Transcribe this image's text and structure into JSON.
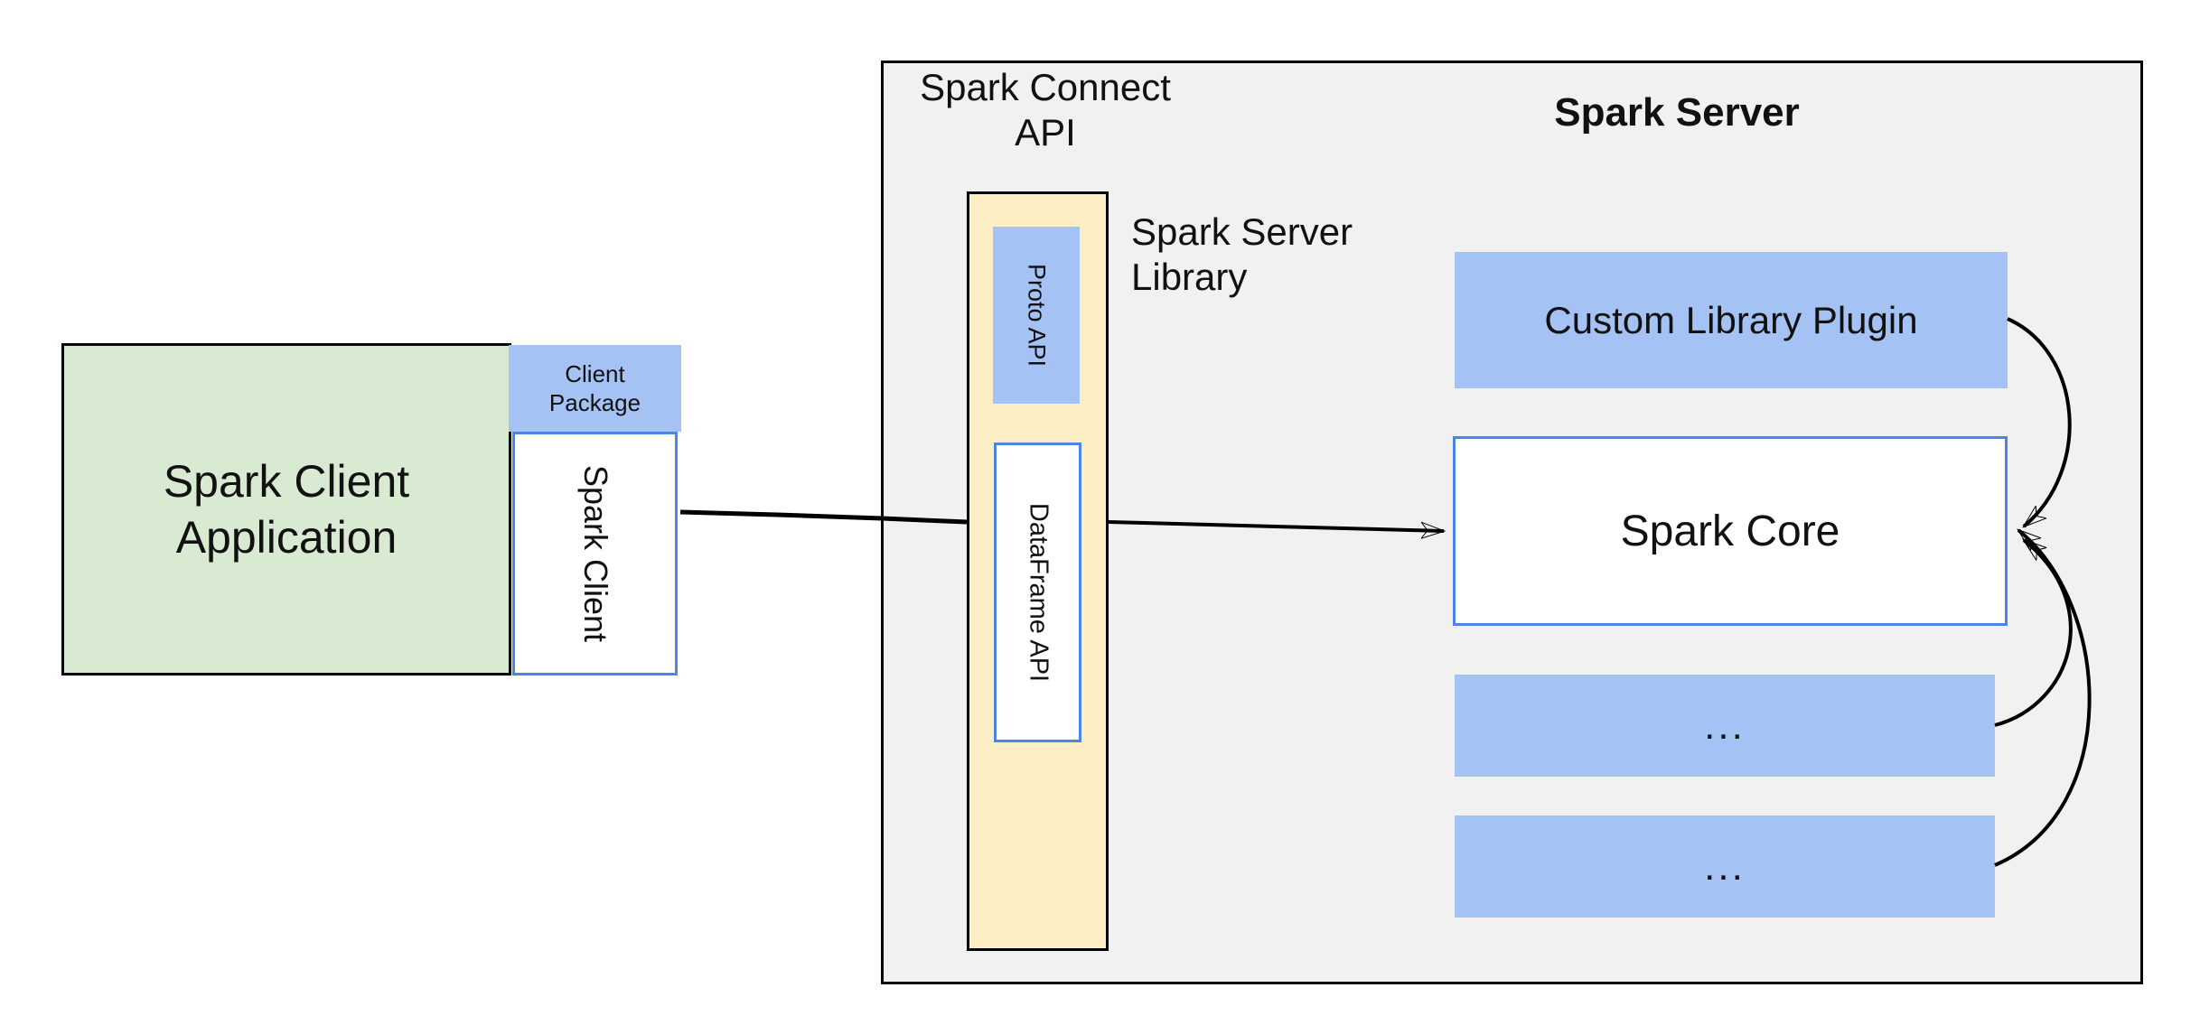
{
  "client": {
    "app_label": "Spark Client Application",
    "package_label": "Client Package",
    "spark_client_label": "Spark Client"
  },
  "connect_api": {
    "title": "Spark Connect API",
    "proto_label": "Proto API",
    "dataframe_label": "DataFrame API",
    "library_label": "Spark Server Library"
  },
  "server": {
    "title": "Spark Server",
    "plugin_label": "Custom Library Plugin",
    "core_label": "Spark Core",
    "ellipsis_1": "...",
    "ellipsis_2": "..."
  },
  "colors": {
    "box_blue_fill": "#a4c2f4",
    "box_blue_border": "#4a86e8",
    "green_fill": "#d9ead3",
    "yellow_fill": "#fdeec6",
    "server_gray_fill": "#f1f1f2",
    "line_black": "#000000"
  }
}
